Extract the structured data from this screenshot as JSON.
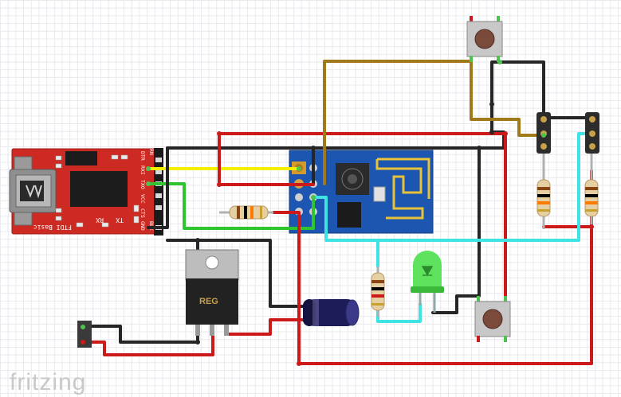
{
  "ftdi": {
    "name": "FTDI Basic",
    "pin_labels": [
      "DTR",
      "RXI",
      "TXO",
      "VCC",
      "CTS",
      "GND"
    ],
    "pin_top_label": "GRN",
    "pin_bottom_label": "BLK",
    "tx_label": "TX",
    "rx_label": "RX"
  },
  "regulator": {
    "label": "REG"
  },
  "watermark": {
    "text": "fritzing"
  },
  "colors": {
    "red_wire": "#cc1a1a",
    "black_wire": "#262626",
    "yellow_wire": "#f4f000",
    "green_wire": "#2ec52e",
    "cyan_wire": "#3fe3e3",
    "brown_wire": "#a07a1a",
    "ftdi_board": "#cc2a22",
    "esp_board": "#1d56b0",
    "led": "#4ee04e",
    "capacitor": "#1e1c58"
  }
}
